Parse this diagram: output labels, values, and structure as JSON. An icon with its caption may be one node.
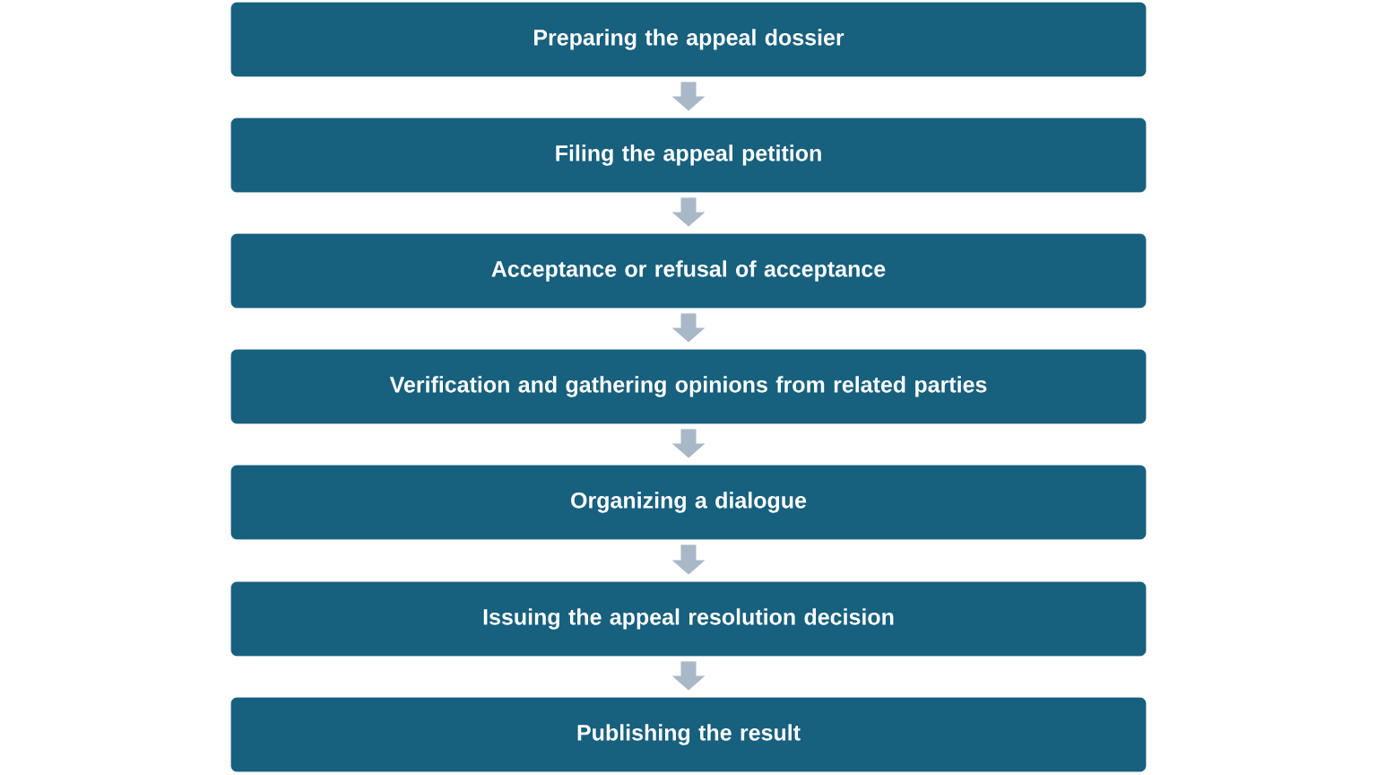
{
  "diagram": {
    "nodes": [
      {
        "text": [
          "Preparing the appeal dossier"
        ]
      },
      {
        "text": [
          "Filing the appeal petition"
        ]
      },
      {
        "text": [
          "Acceptance or refusal of acceptance"
        ]
      },
      {
        "text": [
          "Verification and gathering opinions from related parties"
        ]
      },
      {
        "text": [
          "Organizing a dialogue"
        ]
      },
      {
        "text": [
          "Issuing the appeal resolution decision"
        ]
      },
      {
        "text": [
          "Publishing the result"
        ]
      }
    ],
    "edges": [
      {
        "from": 0,
        "to": 1,
        "arrow": "to"
      },
      {
        "from": 1,
        "to": 2,
        "arrow": "to"
      },
      {
        "from": 2,
        "to": 3,
        "arrow": "to"
      },
      {
        "from": 3,
        "to": 4,
        "arrow": "to"
      },
      {
        "from": 4,
        "to": 5,
        "arrow": "to"
      },
      {
        "from": 5,
        "to": 6,
        "arrow": "to"
      }
    ]
  }
}
